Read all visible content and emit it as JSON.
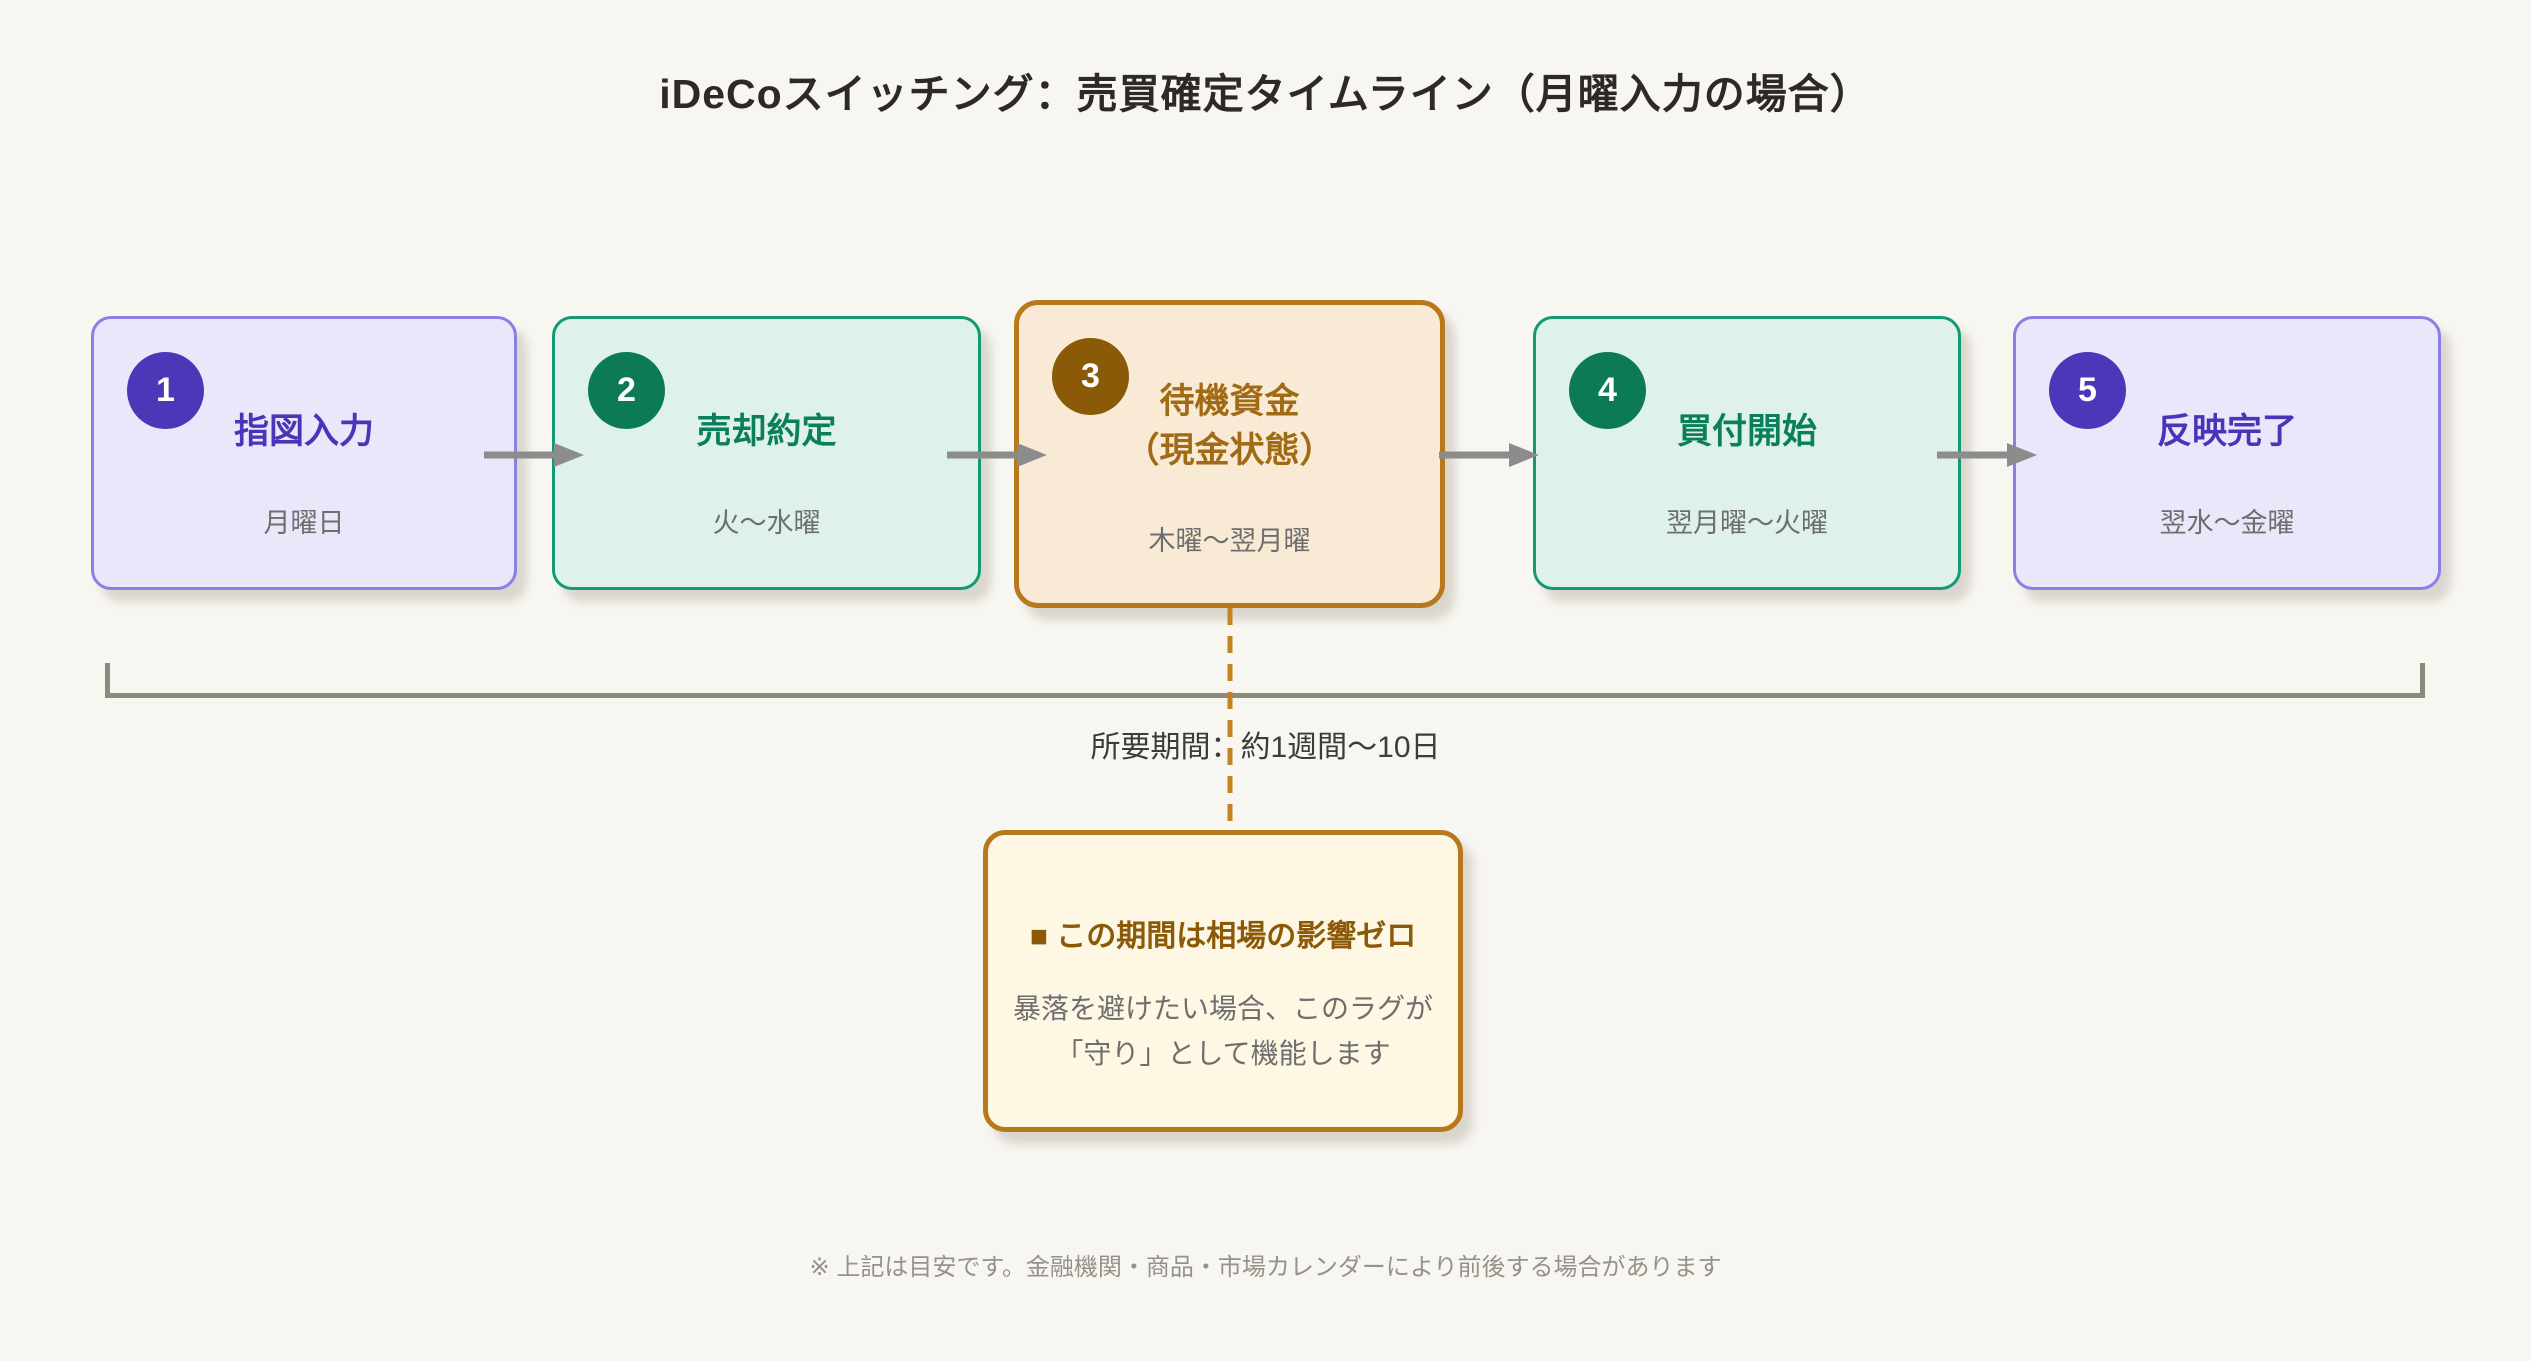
{
  "title": "iDeCoスイッチング：売買確定タイムライン（月曜入力の場合）",
  "steps": [
    {
      "number": "1",
      "label": "指図入力",
      "period": "月曜日",
      "theme": "purple"
    },
    {
      "number": "2",
      "label": "売却約定",
      "period": "火〜水曜",
      "theme": "green"
    },
    {
      "number": "3",
      "label": "待機資金",
      "label_line2": "（現金状態）",
      "period": "木曜〜翌月曜",
      "theme": "orange",
      "highlighted": true
    },
    {
      "number": "4",
      "label": "買付開始",
      "period": "翌月曜〜火曜",
      "theme": "green"
    },
    {
      "number": "5",
      "label": "反映完了",
      "period": "翌水〜金曜",
      "theme": "purple"
    }
  ],
  "duration_label": "所要期間：約1週間〜10日",
  "callout": {
    "title": "■ この期間は相場の影響ゼロ",
    "body_line1": "暴落を避けたい場合、このラグが",
    "body_line2": "「守り」として機能します"
  },
  "footnote": "※ 上記は目安です。金融機関・商品・市場カレンダーにより前後する場合があります",
  "colors": {
    "background": "#f8f6f1",
    "purple_fill": "#e9e7fa",
    "purple_border": "#8b7fe6",
    "purple_accent": "#4b38b8",
    "green_fill": "#dff2e9",
    "green_border": "#149a72",
    "green_accent": "#0c7a55",
    "orange_fill": "#f9ead5",
    "orange_border": "#b8791d",
    "orange_accent": "#8a5a08",
    "arrow_gray": "#8c8c8c",
    "bracket_gray": "#8b8a7e",
    "callout_fill": "#fdf7e4",
    "text_muted": "#6e6e6e"
  }
}
